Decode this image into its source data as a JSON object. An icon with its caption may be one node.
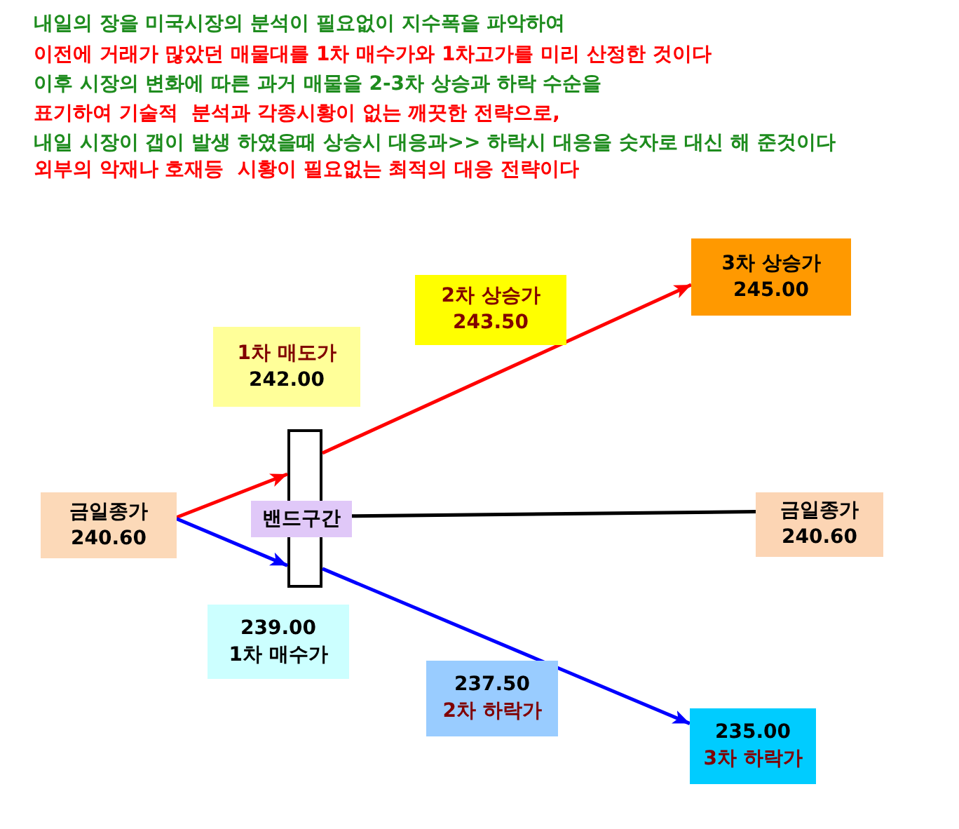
{
  "diagram": {
    "nodes": [
      {
        "text": [
          "금일종가",
          "240.60"
        ]
      },
      {
        "text": [
          "1차 매도가",
          "242.00"
        ]
      },
      {
        "text": [
          "2차 상승가",
          "243.50"
        ]
      },
      {
        "text": [
          "3차 상승가",
          "245.00"
        ]
      },
      {
        "text": [],
        "shape": "bar"
      },
      {
        "text": [
          "밴드구간"
        ]
      },
      {
        "text": [
          "금일종가",
          "240.60"
        ]
      },
      {
        "text": [
          "239.00",
          "1차 매수가"
        ]
      },
      {
        "text": [
          "237.50",
          "2차 하락가"
        ]
      },
      {
        "text": [
          "235.00",
          "3차 하락가"
        ]
      }
    ],
    "edges": [
      {
        "from": 0,
        "to": 4,
        "arrow": "to",
        "color": "#ff0000"
      },
      {
        "from": 4,
        "to": 3,
        "arrow": "to",
        "color": "#ff0000"
      },
      {
        "from": 0,
        "to": 4,
        "arrow": "to",
        "color": "#0000ff"
      },
      {
        "from": 4,
        "to": 9,
        "arrow": "to",
        "color": "#0000ff"
      },
      {
        "from": 5,
        "to": 6,
        "arrow": "none",
        "color": "#000000"
      }
    ],
    "labels": [
      "내일의 장을 미국시장의 분석이 필요없이 지수폭을 파악하여",
      "이전에 거래가 많았던 매물대를 1차 매수가와 1차고가를 미리 산정한 것이다",
      "이후 시장의 변화에 따른 과거 매물을 2-3차 상승과 하락 수순을",
      "표기하여 기술적  분석과 각종시황이 없는 깨끗한 전략으로,",
      "내일 시장이 갭이 발생 하였을때 상승시 대응과>> 하락시 대응을 숫자로 대신 해 준것이다",
      "외부의 악재나 호재등  시황이 필요없는 최적의 대응 전략이다"
    ]
  }
}
